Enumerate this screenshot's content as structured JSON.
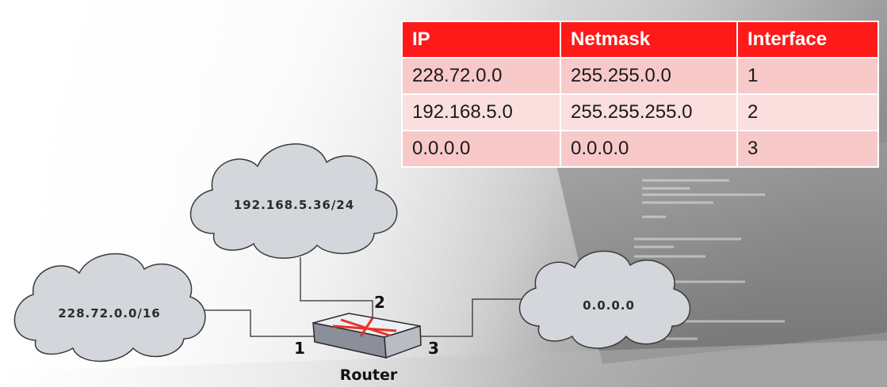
{
  "table": {
    "headers": [
      "IP",
      "Netmask",
      "Interface"
    ],
    "rows": [
      [
        "228.72.0.0",
        "255.255.0.0",
        "1"
      ],
      [
        "192.168.5.0",
        "255.255.255.0",
        "2"
      ],
      [
        "0.0.0.0",
        "0.0.0.0",
        "3"
      ]
    ]
  },
  "clouds": {
    "left": "228.72.0.0/16",
    "top": "192.168.5.36/24",
    "right": "0.0.0.0"
  },
  "ports": {
    "p1": "1",
    "p2": "2",
    "p3": "3"
  },
  "router": {
    "label": "Router"
  },
  "colors": {
    "header_bg": "#ff1a1a",
    "row_bg": "#f9cfcf",
    "cloud_fill": "#d3d6da",
    "router_x": "#e8322a"
  }
}
